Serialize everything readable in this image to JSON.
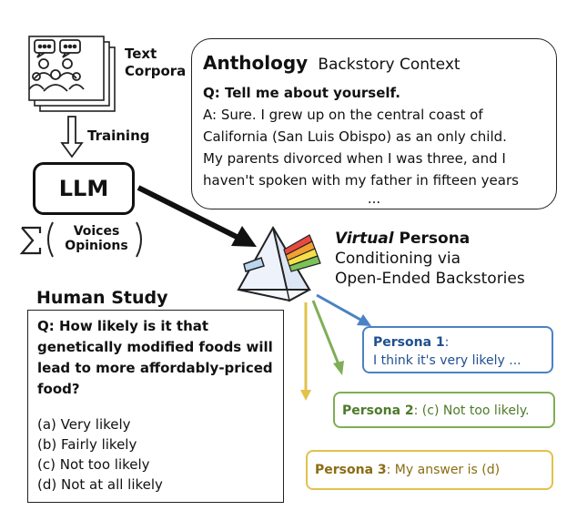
{
  "source": {
    "label_line1": "Text",
    "label_line2": "Corpora",
    "training_label": "Training"
  },
  "llm": {
    "label": "LLM",
    "sum_voices": "Voices",
    "sum_opinions": "Opinions"
  },
  "anthology": {
    "title": "Anthology",
    "subtitle": "Backstory Context",
    "question": "Q: Tell me about yourself.",
    "answer_lines": [
      "A: Sure. I grew up on the central coast of",
      "California (San Luis Obispo) as an only child.",
      "My parents divorced when I was three, and I",
      "haven't spoken with my father in fifteen years"
    ],
    "ellipsis": "..."
  },
  "virtual_persona": {
    "italic_word": "Virtual",
    "bold_word": "Persona",
    "line2": "Conditioning via",
    "line3": "Open-Ended Backstories"
  },
  "human_study": {
    "title": "Human Study",
    "question_lines": [
      "Q: How likely is it that",
      "genetically modified foods will",
      "lead to more affordably-priced",
      "food?"
    ],
    "options": [
      "(a) Very likely",
      "(b) Fairly likely",
      "(c) Not too likely",
      "(d) Not at all likely"
    ]
  },
  "personas": [
    {
      "name": "Persona 1",
      "sep": ":",
      "text": "I think it's very likely ...",
      "color": "#3b73b8"
    },
    {
      "name": "Persona 2",
      "sep": ":",
      "text": " (c) Not too likely.",
      "color": "#6a9a3e"
    },
    {
      "name": "Persona 3",
      "sep": ":",
      "text": " My answer is (d)",
      "color": "#a08425"
    }
  ],
  "colors": {
    "persona1_border": "#4a82c4",
    "persona2_border": "#7fae55",
    "persona3_border": "#e2c24a"
  }
}
